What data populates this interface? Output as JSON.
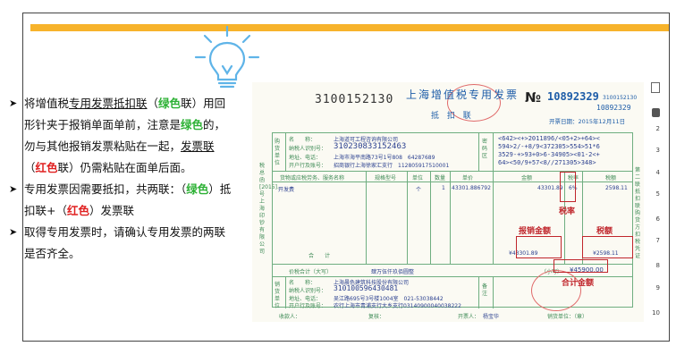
{
  "colors": {
    "accent_bar": "#f7b32b",
    "green": "#2db135",
    "red": "#e02020",
    "annotation": "#c0262c"
  },
  "icons": {
    "bulb": "lightbulb-icon"
  },
  "bullets": {
    "b1": {
      "p1": "将增值税",
      "p2": "专用发票抵扣联",
      "p3": "（",
      "p4": "绿色",
      "p5": "联）用回形针夹于报销单面单前，注意是",
      "p6": "绿色",
      "p7": "的，勿与其他报销发票粘贴在一起，",
      "p8": "发票联",
      "p9": "（",
      "p10": "红色",
      "p11": "联）仍需粘贴在面单后面。"
    },
    "b2": {
      "p1": "专用发票因需要抵扣，共两联：（",
      "p2": "绿色",
      "p3": "）抵扣联+（",
      "p4": "红色",
      "p5": "）发票联"
    },
    "b3": {
      "text": "取得专用发票时，请确认专用发票的两联是否齐全。"
    }
  },
  "invoice": {
    "code": "3100152130",
    "title": "上海增值税专用发票",
    "copy_label": "抵 扣 联",
    "no_label": "№",
    "number": "10892329",
    "number_small": "3100152130",
    "number2": "10892329",
    "date": "开票日期：2015年12月11日",
    "buyer": {
      "label": "购货单位",
      "name_label": "名　　称：",
      "name": "上海道可工程咨询有限公司",
      "tax_label": "纳税人识别号：",
      "tax_id": "310230833152463",
      "addr_label": "地址、电话：",
      "addr": "上海市海平南路73号1号808　64287689",
      "bank_label": "开户行及账号：",
      "bank": "招商银行上海徐家汇支行　112805917510001"
    },
    "cipher_label": "密码区",
    "cipher": [
      "<642><+>2011896/<05+2>+64><",
      "594>2/-+8/9<372305>554>51*6",
      "3529-+>93+0>6-34905><01-2<+",
      "64><50/9+57<8//271305>348>"
    ],
    "items_header": [
      "货物或应税劳务、服务名称",
      "规格型号",
      "单位",
      "数量",
      "单价",
      "金额",
      "税率",
      "税额"
    ],
    "item": {
      "name": "开发费",
      "unit": "个",
      "qty": "1",
      "price": "43301.886792",
      "amount": "43301.89",
      "rate": "6%",
      "tax": "2598.11"
    },
    "total_label": "合　　计",
    "total_amount": "¥43301.89",
    "total_tax": "¥2598.11",
    "grand_label": "价税合计（大写）",
    "grand_words": "肆万伍仟玖佰圆整",
    "grand_small": "（小写）",
    "grand_total": "¥45900.00",
    "seller": {
      "label": "销货单位",
      "name_label": "名　　称：",
      "name": "上海晨色建筑科技股份有限公司",
      "tax_label": "纳税人识别号：",
      "tax_id": "310100596430481",
      "addr_label": "地址、电话：",
      "addr": "吴江路695号3号楼1004室　021-53038442",
      "bank_label": "开户行及账号：",
      "bank": "农行上海市青浦支行大乡支行03140900040038222"
    },
    "remark_label": "备注",
    "payee_label": "收款人：",
    "reviewer_label": "复核：",
    "issuer_label": "开票人：",
    "issuer": "杨宝华",
    "seller_seal": "销货单位：（章）",
    "side_left": "税总函[2015]..号上海印钞有限公司",
    "side_right": "第二联抵扣联购货方扣税凭证"
  },
  "annotations": {
    "tax_rate": "税率",
    "amount": "报销金额",
    "tax": "税额",
    "total": "合计金额"
  },
  "ruler": [
    "2",
    "3",
    "4",
    "5",
    "6",
    "7",
    "8",
    "9",
    "10"
  ]
}
